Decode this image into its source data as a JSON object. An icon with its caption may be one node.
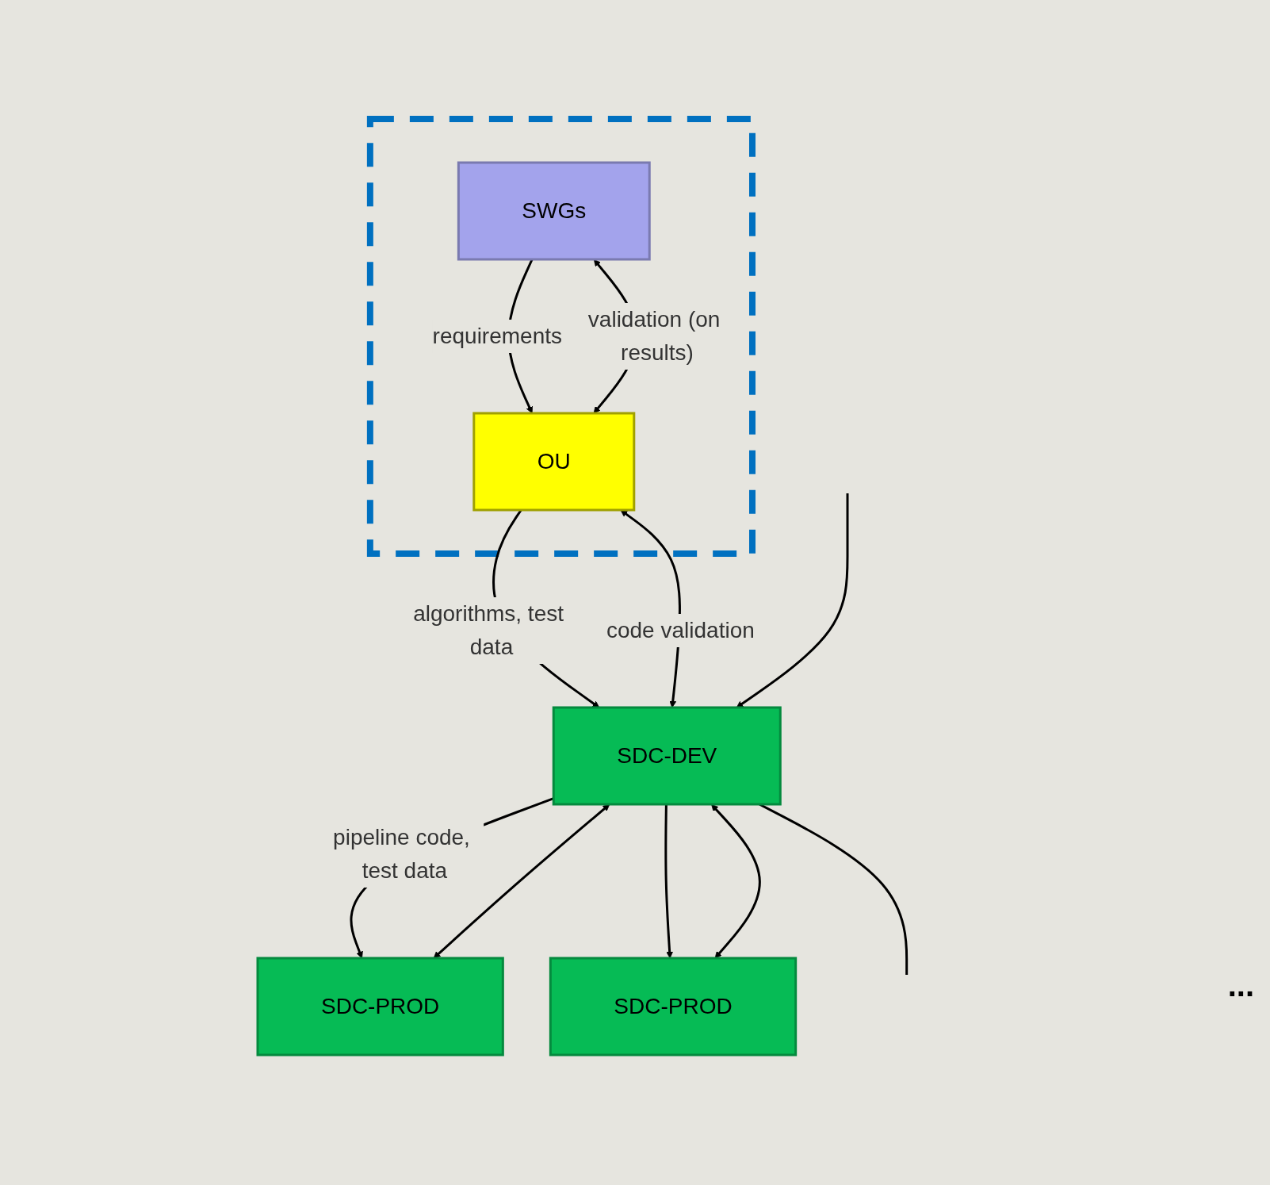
{
  "diagram": {
    "nodes": [
      {
        "text": [],
        "shape": "box"
      },
      {
        "text": [
          "SWGs"
        ],
        "in": 0
      },
      {
        "text": [
          "OU"
        ],
        "in": 0
      },
      {
        "text": [
          "SDC-DEV"
        ]
      },
      {
        "text": [
          "SDC-PROD"
        ]
      },
      {
        "text": [
          "SDC-PROD"
        ]
      }
    ],
    "edges": [
      {
        "from": 1,
        "to": 2,
        "arrow": "to",
        "label": "requirements"
      },
      {
        "from": 1,
        "to": 2,
        "arrow": "both",
        "label": "validation (on results)"
      },
      {
        "from": 2,
        "to": 3,
        "arrow": "to",
        "label": "algorithms, test data"
      },
      {
        "from": 2,
        "to": 3,
        "arrow": "both",
        "label": "code validation"
      },
      {
        "from": 3,
        "to": 4,
        "arrow": "to",
        "label": "pipeline code, test data"
      },
      {
        "from": 3,
        "to": 4,
        "arrow": "both"
      },
      {
        "from": 3,
        "to": 5,
        "arrow": "to"
      },
      {
        "from": 3,
        "to": 5,
        "arrow": "both"
      },
      {
        "from": null,
        "to": 3,
        "arrow": "to"
      },
      {
        "from": 3,
        "to": null,
        "arrow": "none"
      }
    ],
    "labels": [
      "..."
    ]
  }
}
